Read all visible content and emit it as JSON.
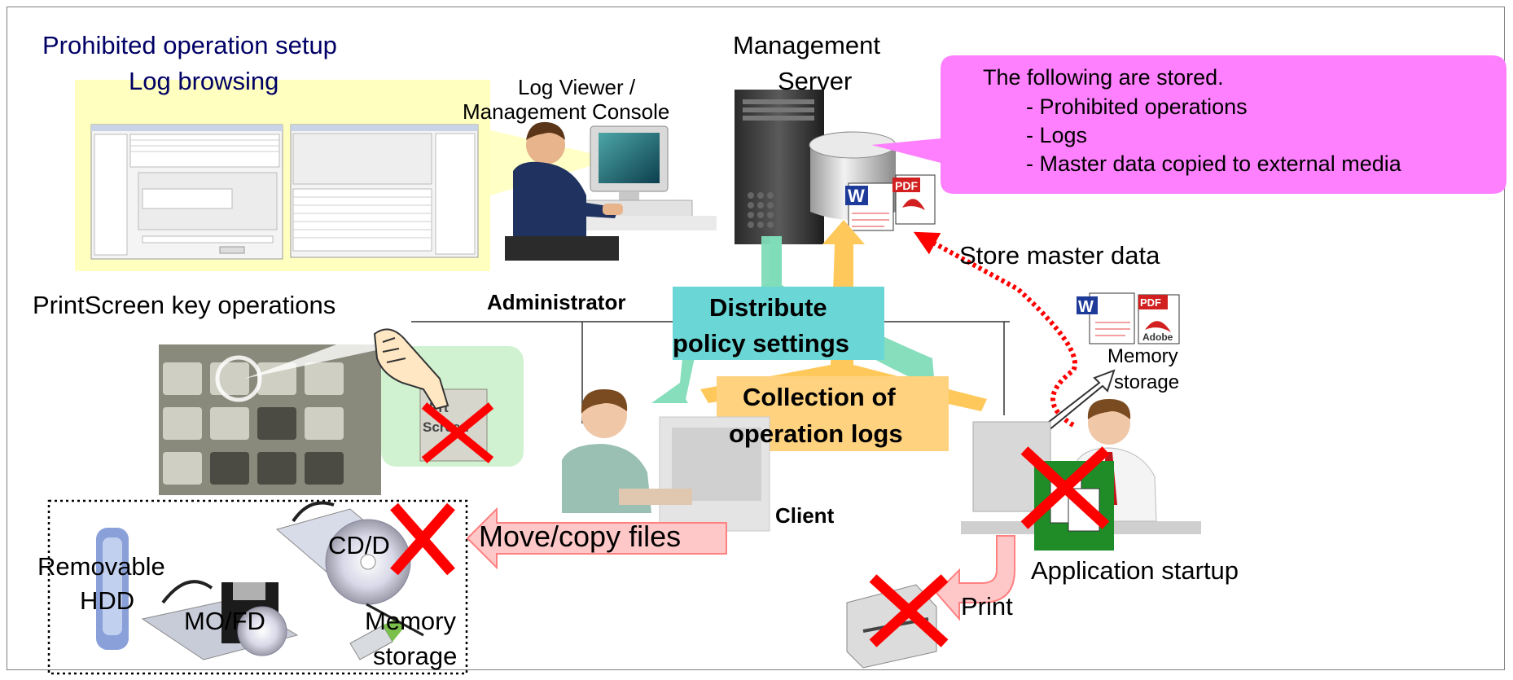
{
  "labels": {
    "prohibited_setup": "Prohibited operation setup",
    "log_browsing": "Log browsing",
    "log_viewer_1": "Log Viewer /",
    "log_viewer_2": "Management Console",
    "mgmt_server_1": "Management",
    "mgmt_server_2": "Server",
    "administrator": "Administrator",
    "printscreen": "PrintScreen key operations",
    "distribute_1": "Distribute",
    "distribute_2": "policy settings",
    "collection_1": "Collection of",
    "collection_2": "operation logs",
    "store_master": "Store master data",
    "memory_storage_right_1": "Memory",
    "memory_storage_right_2": "storage",
    "client": "Client",
    "move_copy": "Move/copy files",
    "cd": "CD/D",
    "removable_1": "Removable",
    "removable_2": "HDD",
    "mofd": "MO/FD",
    "memory_1": "Memory",
    "memory_2": "storage",
    "application_startup": "Application startup",
    "print": "Print",
    "key_label_1": "Prt",
    "key_label_2": "Screen",
    "word_glyph": "W",
    "pdf_glyph": "PDF",
    "adobe_glyph": "Adobe"
  },
  "callout": {
    "title": "The following are stored.",
    "items": [
      "- Prohibited operations",
      "- Logs",
      "- Master data copied to external media"
    ]
  },
  "colors": {
    "callout_fill": "#ff80ff",
    "header_text": "#000066",
    "screenshot_panel": "#ffffc0",
    "distribute_box": "#6ad6d6",
    "collection_box": "#ffd27f",
    "prohibit_x": "#ff0000",
    "move_arrow": "#ffc8c8"
  }
}
